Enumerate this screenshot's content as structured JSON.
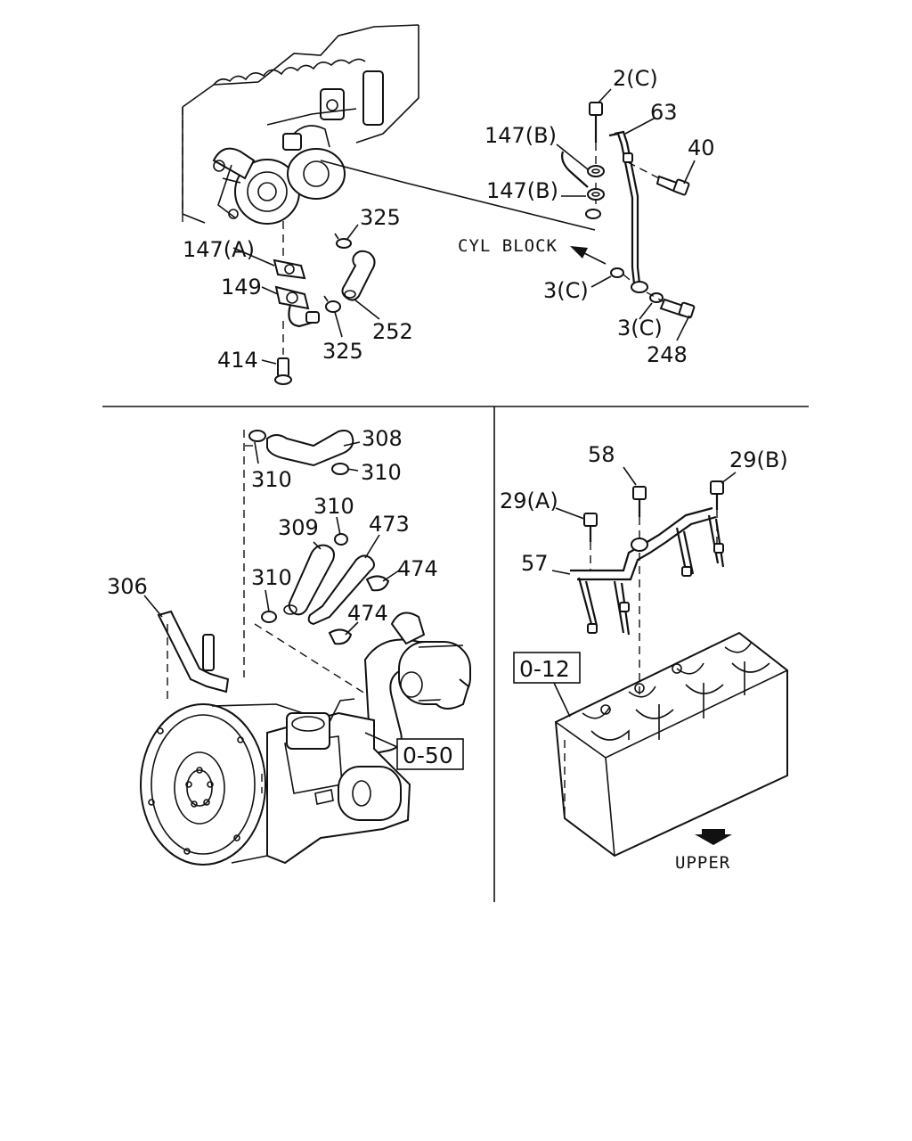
{
  "top_section": {
    "callouts": {
      "c2c": "2(C)",
      "c63": "63",
      "c147b_1": "147(B)",
      "c147b_2": "147(B)",
      "c40": "40",
      "c325_top": "325",
      "c147a": "147(A)",
      "c149": "149",
      "c325_bottom": "325",
      "c252": "252",
      "c414": "414",
      "c3c_1": "3(C)",
      "c3c_2": "3(C)",
      "c248": "248"
    },
    "direction_label": "CYL BLOCK"
  },
  "bottom_left_section": {
    "callouts": {
      "c308": "308",
      "c310_a": "310",
      "c310_b": "310",
      "c310_c": "310",
      "c309": "309",
      "c473": "473",
      "c474_a": "474",
      "c310_d": "310",
      "c306": "306",
      "c474_b": "474"
    },
    "reference_box": "0-50"
  },
  "bottom_right_section": {
    "callouts": {
      "c58": "58",
      "c29b": "29(B)",
      "c29a": "29(A)",
      "c57": "57"
    },
    "reference_box": "0-12",
    "direction_label": "UPPER",
    "direction_icon": "arrow-down-icon"
  }
}
